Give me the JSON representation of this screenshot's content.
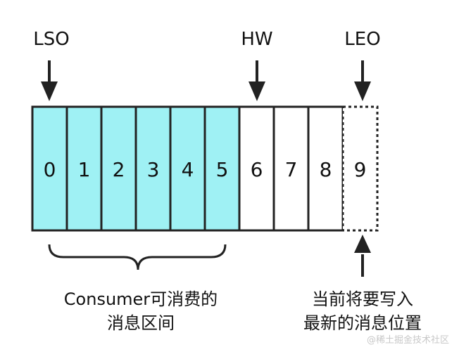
{
  "markers": {
    "lso": "LSO",
    "hw": "HW",
    "leo": "LEO"
  },
  "cells": [
    {
      "label": "0",
      "state": "consumable"
    },
    {
      "label": "1",
      "state": "consumable"
    },
    {
      "label": "2",
      "state": "consumable"
    },
    {
      "label": "3",
      "state": "consumable"
    },
    {
      "label": "4",
      "state": "consumable"
    },
    {
      "label": "5",
      "state": "consumable"
    },
    {
      "label": "6",
      "state": "written"
    },
    {
      "label": "7",
      "state": "written"
    },
    {
      "label": "8",
      "state": "written"
    },
    {
      "label": "9",
      "state": "next"
    }
  ],
  "captions": {
    "consumable_line1": "Consumer可消费的",
    "consumable_line2": "消息区间",
    "next_line1": "当前将要写入",
    "next_line2": "最新的消息位置"
  },
  "watermark": "@稀土掘金技术社区",
  "colors": {
    "consumable_fill": "#9ff1f4",
    "written_fill": "#ffffff",
    "stroke": "#222222"
  }
}
